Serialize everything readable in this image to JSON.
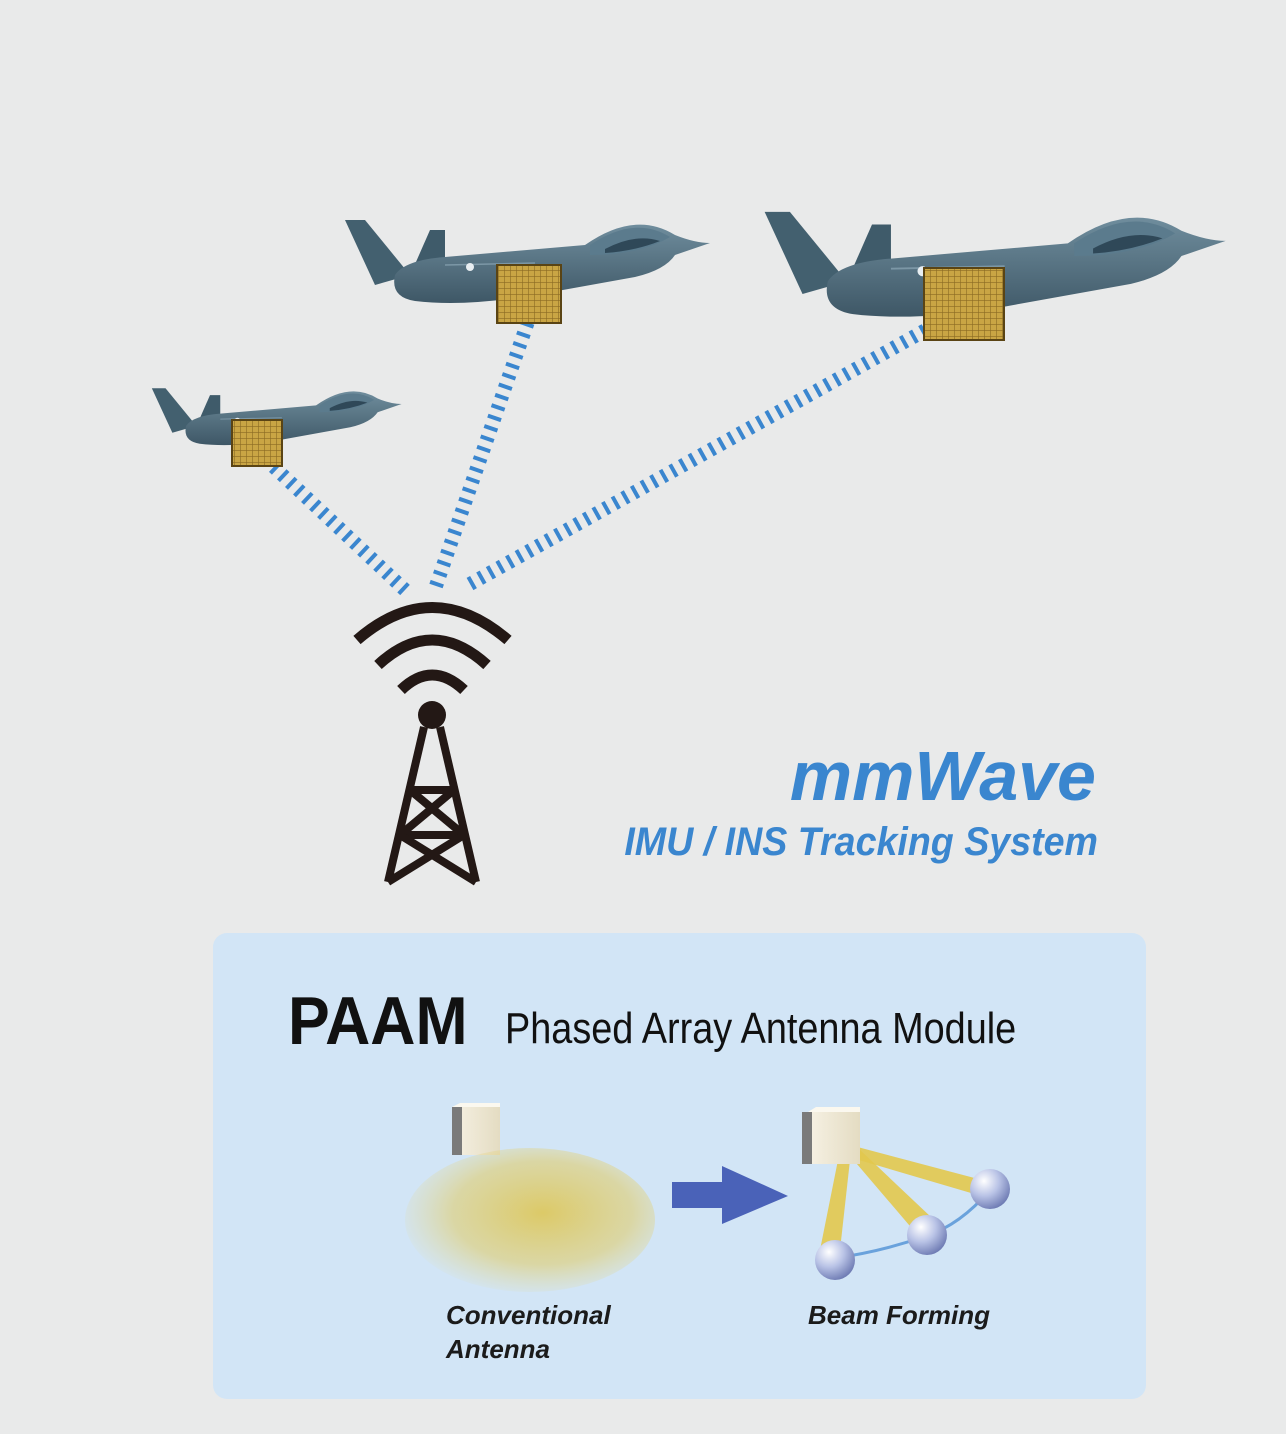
{
  "system": {
    "title": "mmWave",
    "subtitle": "IMU / INS Tracking System"
  },
  "paam": {
    "acronym": "PAAM",
    "full_name": "Phased Array Antenna Module",
    "conventional_label_line1": "Conventional",
    "conventional_label_line2": "Antenna",
    "beam_label": "Beam Forming"
  },
  "colors": {
    "background": "#e9eaea",
    "accent_blue": "#3a86cf",
    "panel": "#d2e5f6",
    "drone_body": "#4d6b7c",
    "antenna_gold": "#c8a44a",
    "beam_yellow": "#e2c84e",
    "arrow_blue": "#4a62b8"
  },
  "icons": [
    "drone-icon",
    "antenna-array-icon",
    "radio-tower-icon",
    "wifi-waves-icon",
    "arrow-right-icon",
    "antenna-module-icon",
    "node-sphere-icon"
  ]
}
